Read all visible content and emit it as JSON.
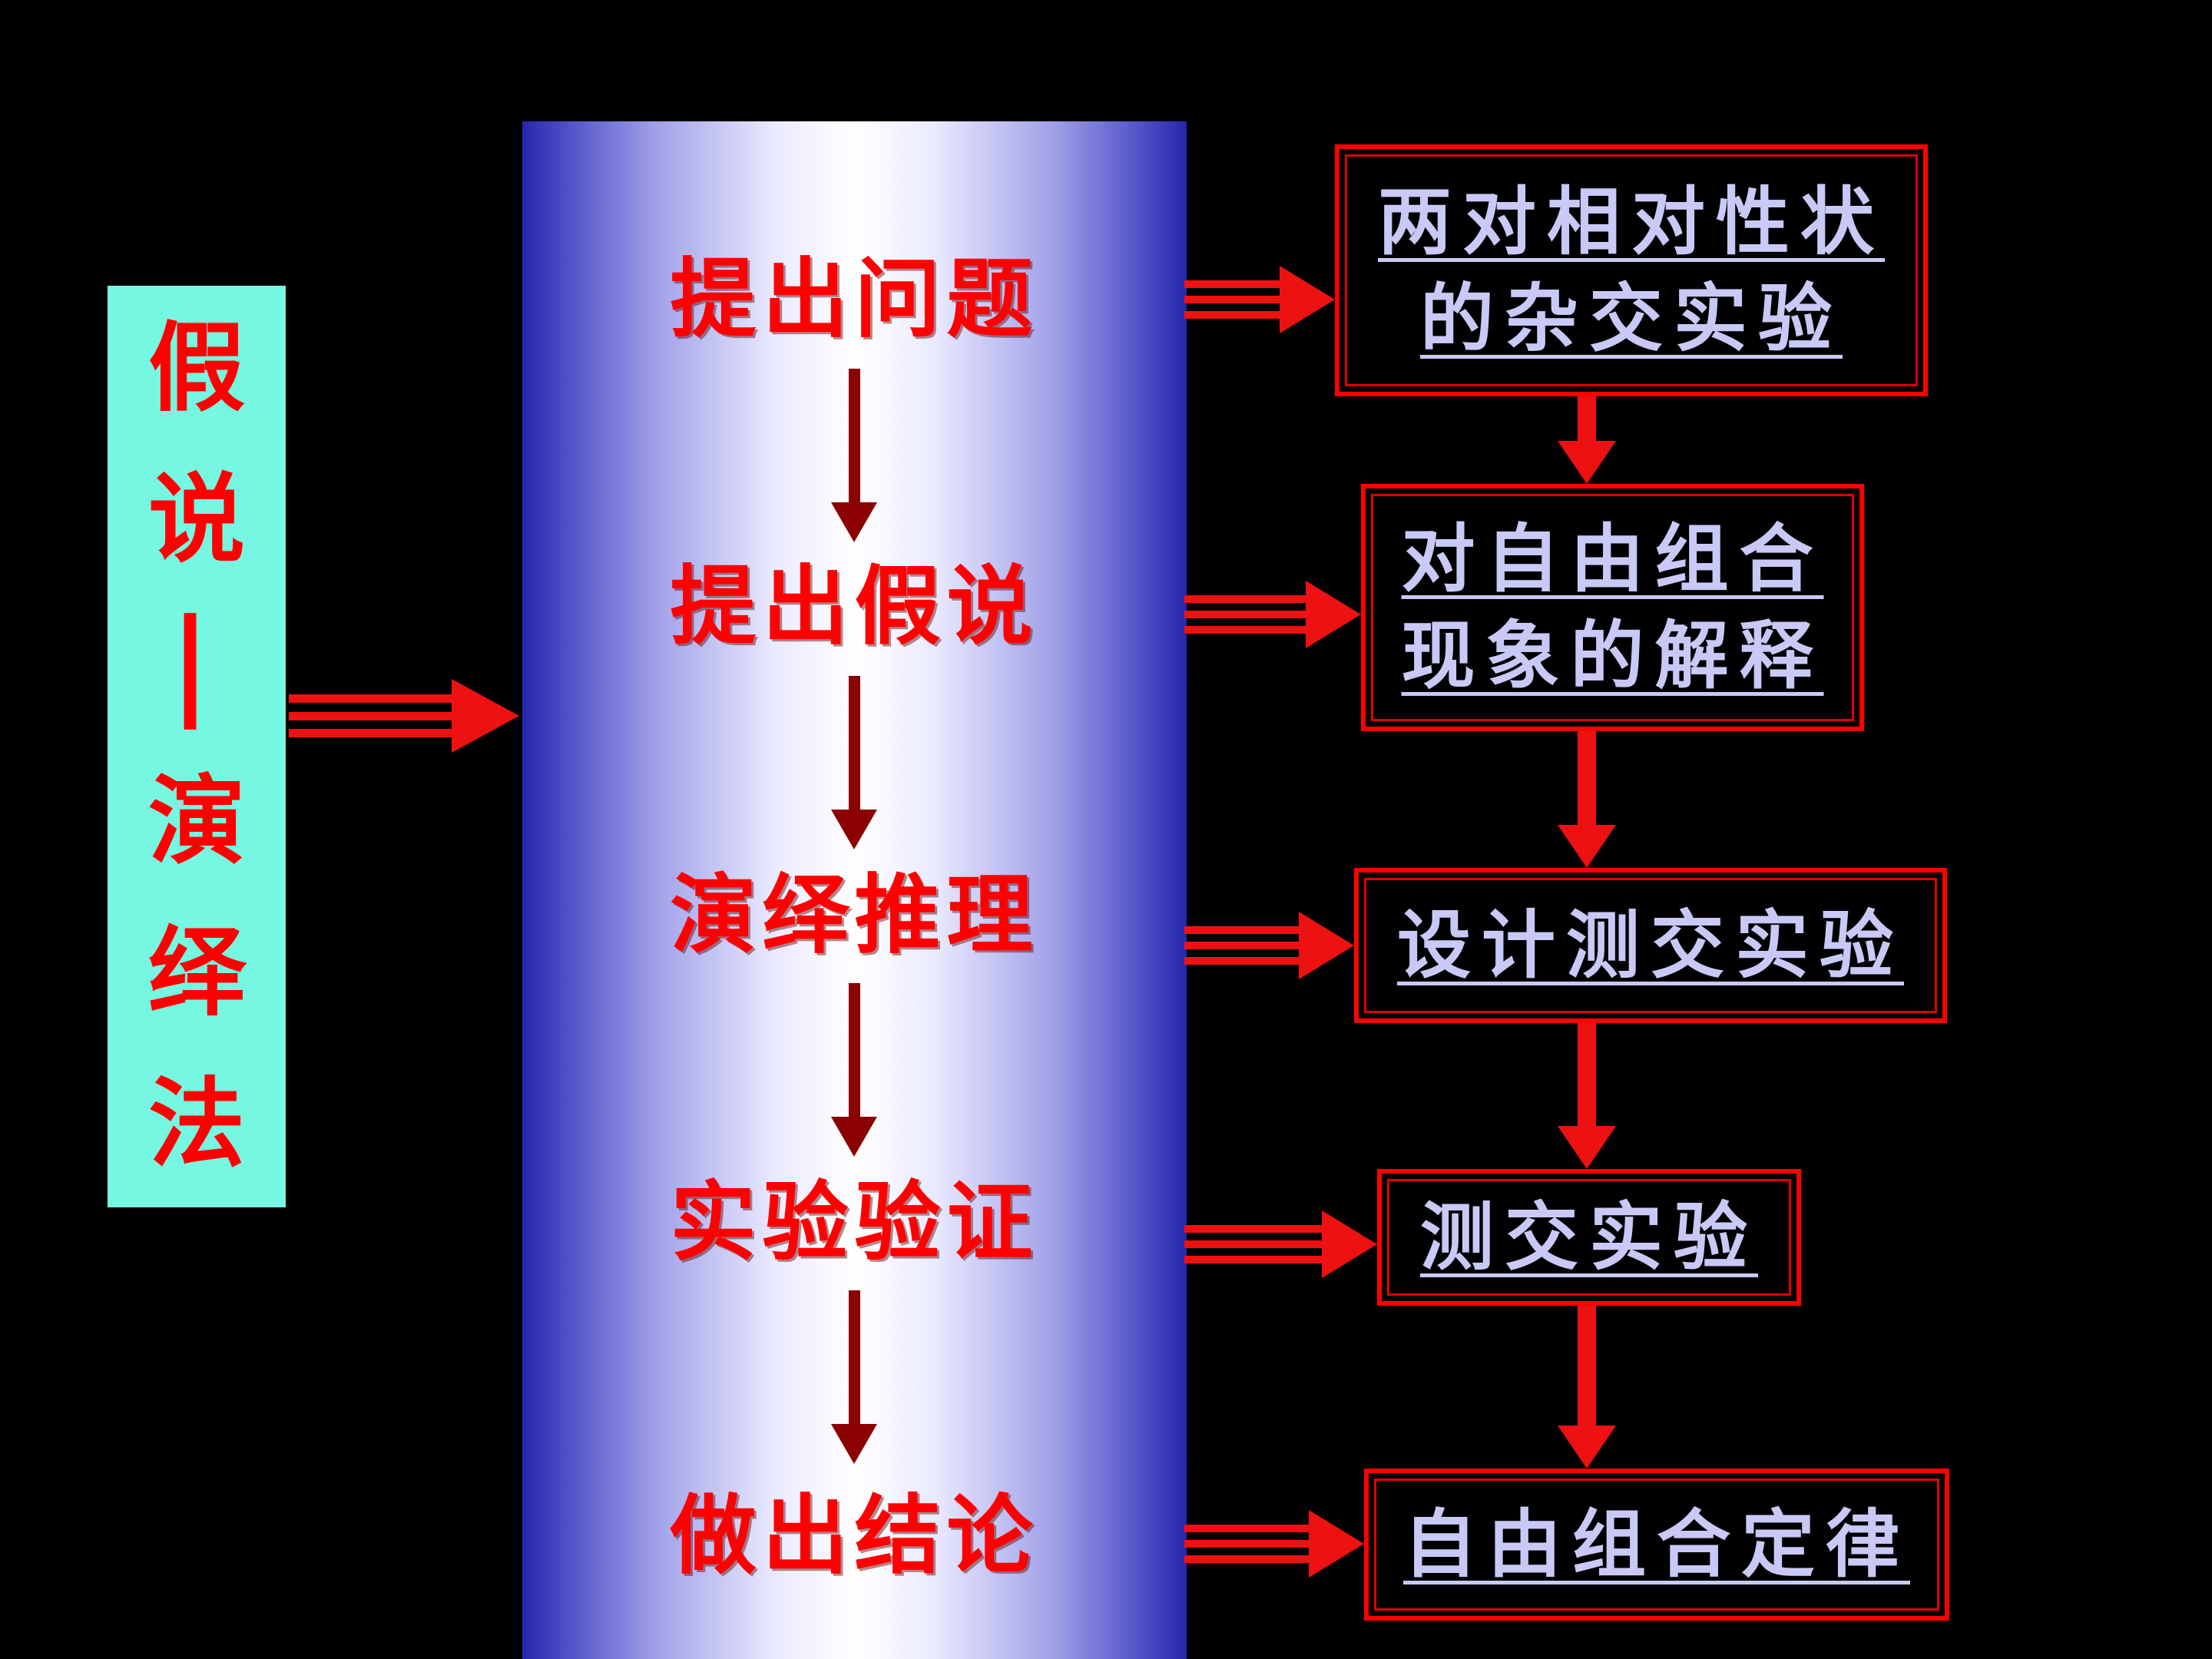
{
  "slide": {
    "background": "#000000"
  },
  "left_label": {
    "full_text": "假说—演绎法",
    "chars": [
      "假",
      "说",
      "—",
      "演",
      "绎",
      "法"
    ],
    "panel_color": "#76f7e2",
    "text_color": "#ff0000"
  },
  "flow": {
    "steps": [
      {
        "label": "提出问题"
      },
      {
        "label": "提出假说"
      },
      {
        "label": "演绎推理"
      },
      {
        "label": "实验验证"
      },
      {
        "label": "做出结论"
      }
    ],
    "step_text_color": "#ff0000",
    "band_edge_color": "#2626ae",
    "band_center_color": "#ffffff",
    "down_arrow_color": "#8b0000"
  },
  "result_boxes": [
    {
      "lines": [
        "两对相对性状",
        "的杂交实验"
      ]
    },
    {
      "lines": [
        "对自由组合",
        "现象的解释"
      ]
    },
    {
      "lines": [
        "设计测交实验"
      ]
    },
    {
      "lines": [
        "测交实验"
      ]
    },
    {
      "lines": [
        "自由组合定律"
      ]
    }
  ],
  "box_style": {
    "border_color": "#ff0000",
    "text_color": "#c9c9f7"
  },
  "arrow_color": "#ee1111"
}
